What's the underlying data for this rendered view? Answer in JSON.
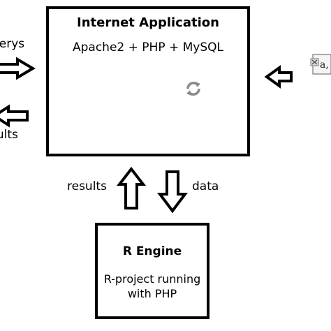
{
  "app_box": {
    "title": "Internet Application",
    "subtitle": "Apache2 + PHP + MySQL",
    "icon": "refresh-icon"
  },
  "engine_box": {
    "title": "R Engine",
    "description": "R-project running\nwith PHP"
  },
  "labels": {
    "querys": "uerys",
    "results_left": "sults",
    "results_mid": "results",
    "data": "data"
  },
  "file_icon": {
    "icon": "file-icon",
    "text": "a,"
  }
}
